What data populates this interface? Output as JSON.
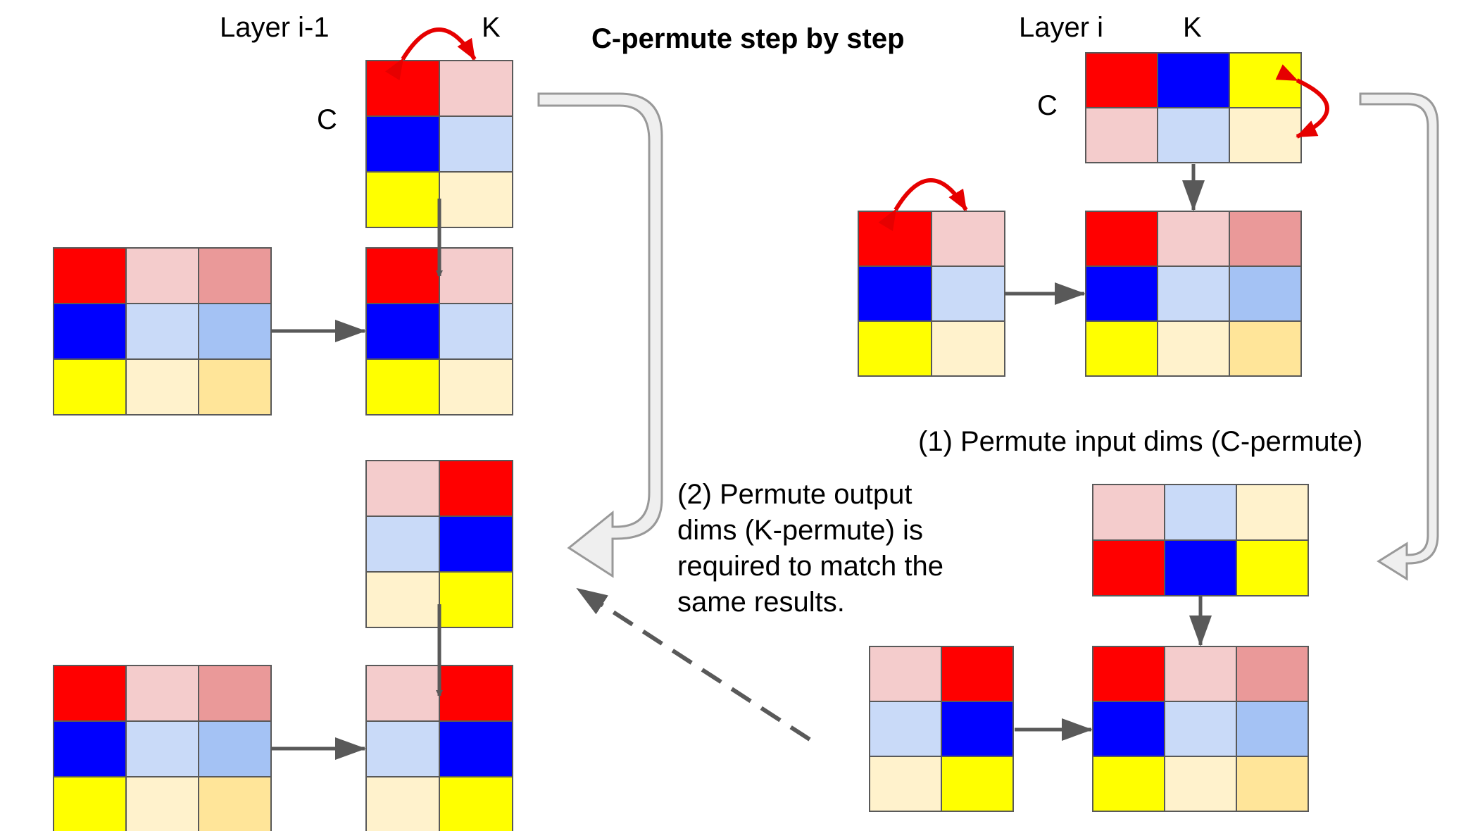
{
  "title": "C-permute step by step",
  "labels": {
    "left_layer": "Layer i-1",
    "right_layer": "Layer i",
    "k_left": "K",
    "k_right": "K",
    "c_left": "C",
    "c_right": "C"
  },
  "step1": "(1) Permute input dims (C-permute)",
  "step2_lines": [
    "(2) Permute output",
    "dims (K-permute) is",
    "required to match the",
    "same results."
  ],
  "colors": {
    "red": "#ff0000",
    "red_light": "#f4cccc",
    "red_mid": "#ea9999",
    "blue": "#0000ff",
    "blue_light": "#c9daf8",
    "blue_mid": "#a4c2f4",
    "yellow": "#ffff00",
    "yellow_light": "#fff2cc",
    "yellow_mid": "#ffe599",
    "arrow_dark": "#595959",
    "arrow_red": "#e60000",
    "arrow_outline": "#999999",
    "arrow_fill": "#efefef"
  },
  "grids": [
    {
      "name": "left-weight-top",
      "cells": [
        [
          "red",
          "red_light"
        ],
        [
          "blue",
          "blue_light"
        ],
        [
          "yellow",
          "yellow_light"
        ]
      ]
    },
    {
      "name": "left-input-top",
      "cells": [
        [
          "red",
          "red_light",
          "red_mid"
        ],
        [
          "blue",
          "blue_light",
          "blue_mid"
        ],
        [
          "yellow",
          "yellow_light",
          "yellow_mid"
        ]
      ]
    },
    {
      "name": "left-output-top",
      "cells": [
        [
          "red",
          "red_light"
        ],
        [
          "blue",
          "blue_light"
        ],
        [
          "yellow",
          "yellow_light"
        ]
      ]
    },
    {
      "name": "left-weight-bottom",
      "cells": [
        [
          "red_light",
          "red"
        ],
        [
          "blue_light",
          "blue"
        ],
        [
          "yellow_light",
          "yellow"
        ]
      ]
    },
    {
      "name": "left-input-bottom",
      "cells": [
        [
          "red",
          "red_light",
          "red_mid"
        ],
        [
          "blue",
          "blue_light",
          "blue_mid"
        ],
        [
          "yellow",
          "yellow_light",
          "yellow_mid"
        ]
      ]
    },
    {
      "name": "left-output-bottom",
      "cells": [
        [
          "red_light",
          "red"
        ],
        [
          "blue_light",
          "blue"
        ],
        [
          "yellow_light",
          "yellow"
        ]
      ]
    },
    {
      "name": "right-weight-top",
      "cells": [
        [
          "red",
          "blue",
          "yellow"
        ],
        [
          "red_light",
          "blue_light",
          "yellow_light"
        ]
      ]
    },
    {
      "name": "right-input-top",
      "cells": [
        [
          "red",
          "red_light"
        ],
        [
          "blue",
          "blue_light"
        ],
        [
          "yellow",
          "yellow_light"
        ]
      ]
    },
    {
      "name": "right-output-top",
      "cells": [
        [
          "red",
          "red_light",
          "red_mid"
        ],
        [
          "blue",
          "blue_light",
          "blue_mid"
        ],
        [
          "yellow",
          "yellow_light",
          "yellow_mid"
        ]
      ]
    },
    {
      "name": "right-weight-bottom",
      "cells": [
        [
          "red_light",
          "blue_light",
          "yellow_light"
        ],
        [
          "red",
          "blue",
          "yellow"
        ]
      ]
    },
    {
      "name": "right-input-bottom",
      "cells": [
        [
          "red_light",
          "red"
        ],
        [
          "blue_light",
          "blue"
        ],
        [
          "yellow_light",
          "yellow"
        ]
      ]
    },
    {
      "name": "right-output-bottom",
      "cells": [
        [
          "red",
          "red_light",
          "red_mid"
        ],
        [
          "blue",
          "blue_light",
          "blue_mid"
        ],
        [
          "yellow",
          "yellow_light",
          "yellow_mid"
        ]
      ]
    }
  ]
}
